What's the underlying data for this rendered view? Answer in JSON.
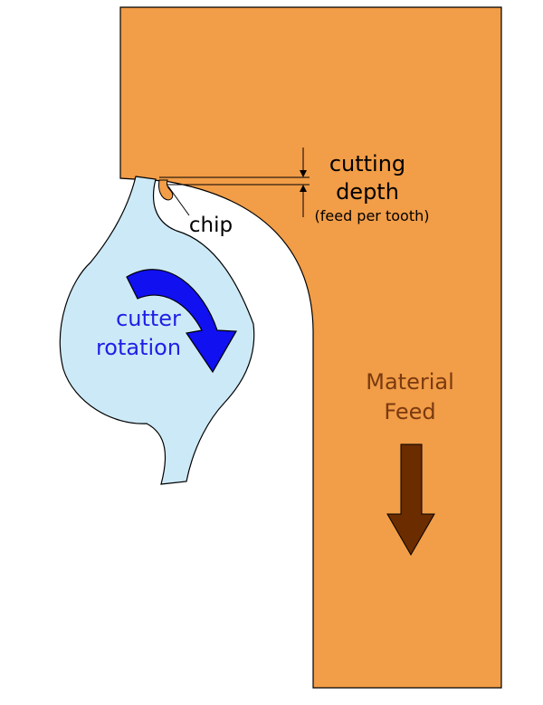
{
  "labels": {
    "cutting_depth_line1": "cutting",
    "cutting_depth_line2": "depth",
    "cutting_depth_note": "(feed per tooth)",
    "chip": "chip",
    "cutter_rotation_line1": "cutter",
    "cutter_rotation_line2": "rotation",
    "material_feed_line1": "Material",
    "material_feed_line2": "Feed"
  },
  "colors": {
    "material": "#F29D47",
    "cutter": "#CCE9F7",
    "rotation_arrow": "#1010F0",
    "rotation_text": "#1F1FE6",
    "feed_arrow": "#6B2C00",
    "feed_text": "#7A3A10",
    "chip": "#F29D47",
    "outline": "#000000"
  }
}
